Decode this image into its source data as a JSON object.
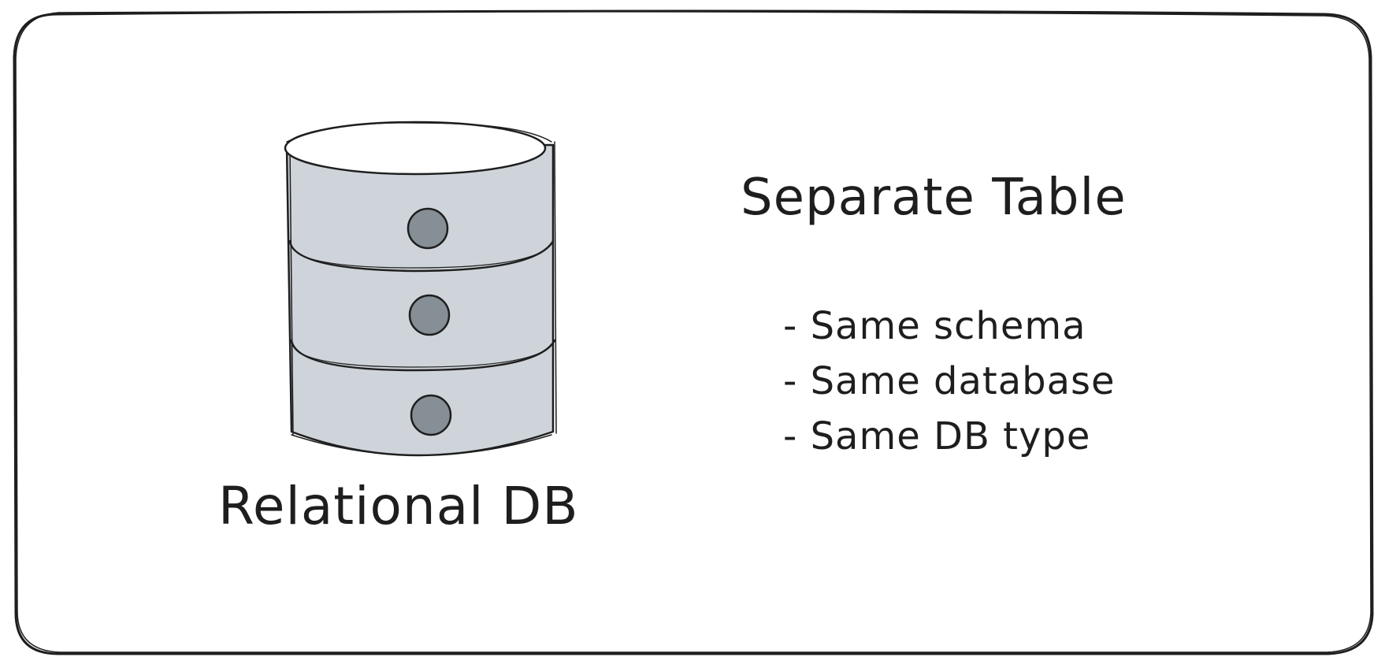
{
  "diagram": {
    "title": "Separate Table",
    "bullets": [
      "- Same schema",
      "- Same database",
      "- Same DB type"
    ],
    "database": {
      "label": "Relational DB",
      "icon": "database-cylinder-icon",
      "segments": 3
    },
    "colors": {
      "stroke": "#1e1e1e",
      "cylinder_fill": "#ced4da",
      "knob_fill": "#868e96",
      "background": "#ffffff"
    }
  }
}
